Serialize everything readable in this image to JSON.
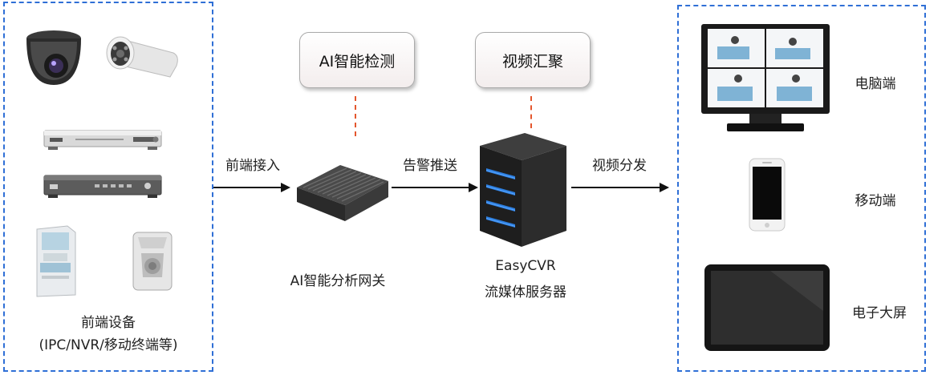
{
  "frontend": {
    "title": "前端设备",
    "subtitle": "(IPC/NVR/移动终端等)",
    "devices": [
      "dome-camera",
      "bullet-camera",
      "dvr-recorder",
      "nvr-recorder",
      "atm-terminal",
      "pir-sensor"
    ]
  },
  "arrows": {
    "access": "前端接入",
    "alarm": "告警推送",
    "distribute": "视频分发"
  },
  "gateway": {
    "callout": "AI智能检测",
    "label": "AI智能分析网关"
  },
  "server": {
    "callout": "视频汇聚",
    "name": "EasyCVR",
    "label": "流媒体服务器"
  },
  "clients": {
    "pc": "电脑端",
    "mobile": "移动端",
    "screen": "电子大屏"
  },
  "colors": {
    "dashed_border": "#2f6fd6",
    "connector": "#e4572e",
    "arrow": "#111111"
  }
}
